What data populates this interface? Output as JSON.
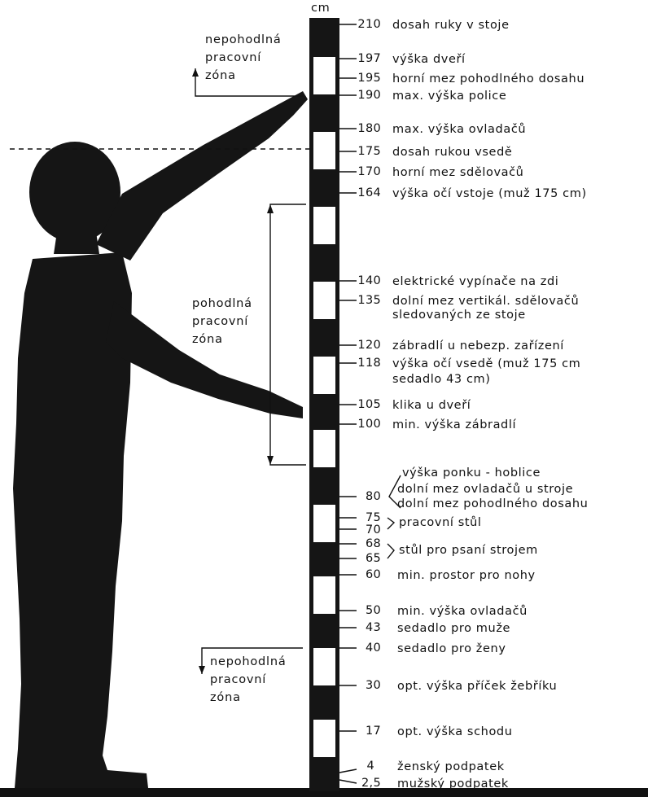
{
  "unit": "cm",
  "zones": {
    "upper": [
      "nepohodlná",
      "pracovní",
      "zóna"
    ],
    "middle": [
      "pohodlná",
      "pracovní",
      "zóna"
    ],
    "lower": [
      "nepohodlná",
      "pracovní",
      "zóna"
    ]
  },
  "marks": [
    {
      "value": "210",
      "label": "dosah ruky v stoje"
    },
    {
      "value": "197",
      "label": "výška dveří"
    },
    {
      "value": "195",
      "label": "horní mez pohodlného dosahu"
    },
    {
      "value": "190",
      "label": "max. výška police"
    },
    {
      "value": "180",
      "label": "max. výška ovladačů"
    },
    {
      "value": "175",
      "label": "dosah rukou vsedě"
    },
    {
      "value": "170",
      "label": "horní mez sdělovačů"
    },
    {
      "value": "164",
      "label": "výška očí vstoje (muž 175 cm)"
    },
    {
      "value": "140",
      "label": "elektrické vypínače na zdi"
    },
    {
      "value": "135",
      "label": "dolní mez vertikál. sdělovačů"
    },
    {
      "value": "",
      "label": "sledovaných ze stoje"
    },
    {
      "value": "120",
      "label": "zábradlí u nebezp. zařízení"
    },
    {
      "value": "118",
      "label": "výška očí vsedě (muž 175 cm"
    },
    {
      "value": "",
      "label": "sedadlo 43 cm)"
    },
    {
      "value": "105",
      "label": "klika u dveří"
    },
    {
      "value": "100",
      "label": "min. výška zábradlí"
    },
    {
      "value": "",
      "label": "výška ponku - hoblice"
    },
    {
      "value": "80",
      "label": "dolní mez ovladačů u stroje"
    },
    {
      "value": "",
      "label": "dolní mez pohodlného dosahu"
    },
    {
      "value": "75",
      "label": ""
    },
    {
      "value": "70",
      "label": "pracovní stůl"
    },
    {
      "value": "68",
      "label": ""
    },
    {
      "value": "65",
      "label": "stůl pro psaní strojem"
    },
    {
      "value": "60",
      "label": "min. prostor pro nohy"
    },
    {
      "value": "50",
      "label": "min. výška ovladačů"
    },
    {
      "value": "43",
      "label": "sedadlo pro muže"
    },
    {
      "value": "40",
      "label": "sedadlo pro ženy"
    },
    {
      "value": "30",
      "label": "opt. výška příček žebříku"
    },
    {
      "value": "17",
      "label": "opt. výška schodu"
    },
    {
      "value": "4",
      "label": "ženský podpatek"
    },
    {
      "value": "2,5",
      "label": "mužský podpatek"
    }
  ]
}
